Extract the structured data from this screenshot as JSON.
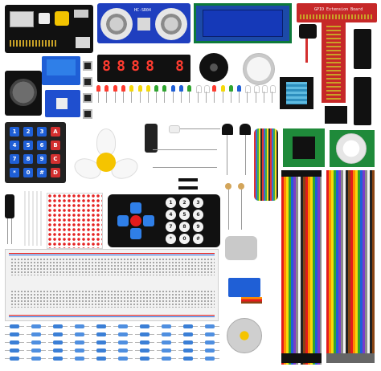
{
  "scene": {
    "description_labels": {
      "sensor_label": "HC-SR04",
      "gpio_label": "GPIO Extension Board"
    },
    "keypad_keys": [
      "1",
      "2",
      "3",
      "A",
      "4",
      "5",
      "6",
      "B",
      "7",
      "8",
      "9",
      "C",
      "*",
      "0",
      "#",
      "D"
    ],
    "remote_keys": [
      "1",
      "2",
      "3",
      "4",
      "5",
      "6",
      "7",
      "8",
      "9",
      "*",
      "0",
      "#"
    ],
    "seven_segment_digits": [
      "8",
      "8",
      "8",
      "8",
      "8"
    ],
    "colors": {
      "pcb_blue": "#1f3fbf",
      "pcb_red": "#d32f2f",
      "pcb_green": "#1f8a3a",
      "breadboard": "#f2f2f2",
      "led_red": "#ff3b2f"
    }
  }
}
